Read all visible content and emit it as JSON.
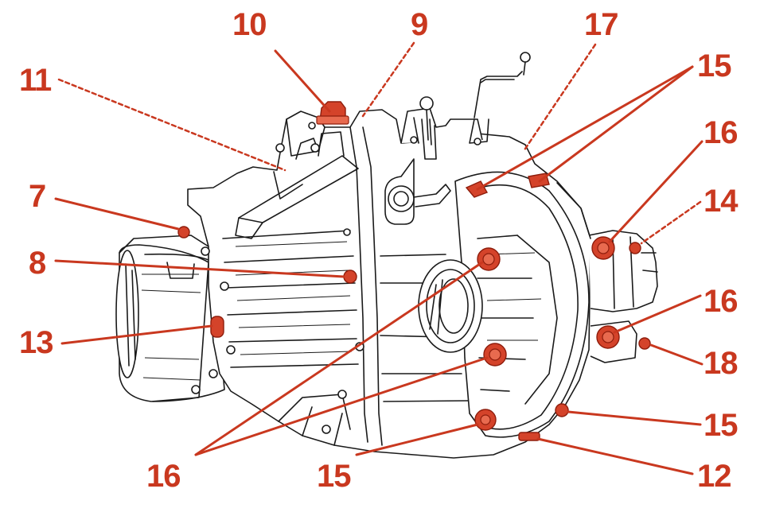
{
  "diagram": {
    "subject": "gearbox-assembly",
    "accent_color": "#c9381f",
    "callouts": {
      "c10": "10",
      "c9": "9",
      "c17": "17",
      "c15_top": "15",
      "c11": "11",
      "c16_top": "16",
      "c7": "7",
      "c14": "14",
      "c8": "8",
      "c16_mid": "16",
      "c13": "13",
      "c18": "18",
      "c15_right": "15",
      "c16_bottom": "16",
      "c15_bottom": "15",
      "c12": "12"
    }
  }
}
